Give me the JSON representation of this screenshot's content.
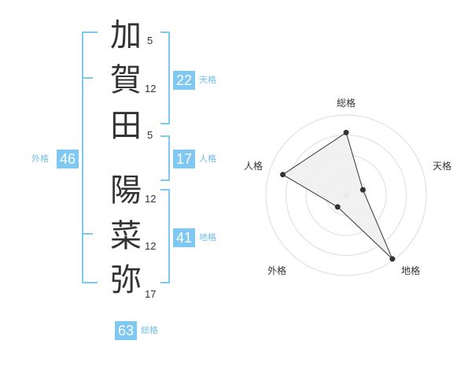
{
  "name_chars": [
    {
      "char": "加",
      "strokes": "5"
    },
    {
      "char": "賀",
      "strokes": "12"
    },
    {
      "char": "田",
      "strokes": "5"
    },
    {
      "char": "陽",
      "strokes": "12"
    },
    {
      "char": "菜",
      "strokes": "12"
    },
    {
      "char": "弥",
      "strokes": "17"
    }
  ],
  "kaku": {
    "tenkaku": {
      "value": "22",
      "label": "天格"
    },
    "jinkaku": {
      "value": "17",
      "label": "人格"
    },
    "chikaku": {
      "value": "41",
      "label": "地格"
    },
    "gaikaku": {
      "value": "46",
      "label": "外格"
    },
    "soukaku": {
      "value": "63",
      "label": "総格"
    }
  },
  "chart_data": {
    "type": "radar",
    "axes": [
      "総格",
      "天格",
      "地格",
      "外格",
      "人格"
    ],
    "values": [
      0.78,
      0.22,
      0.98,
      0.18,
      0.83
    ],
    "rings": 4,
    "colors": {
      "fill": "#eeeeee",
      "line": "#333333",
      "point": "#333333",
      "grid": "#dddddd",
      "center": "#cccccc"
    }
  },
  "colors": {
    "accent": "#7ec8f2",
    "accent_text": "#6fbfe9",
    "text": "#333333"
  }
}
